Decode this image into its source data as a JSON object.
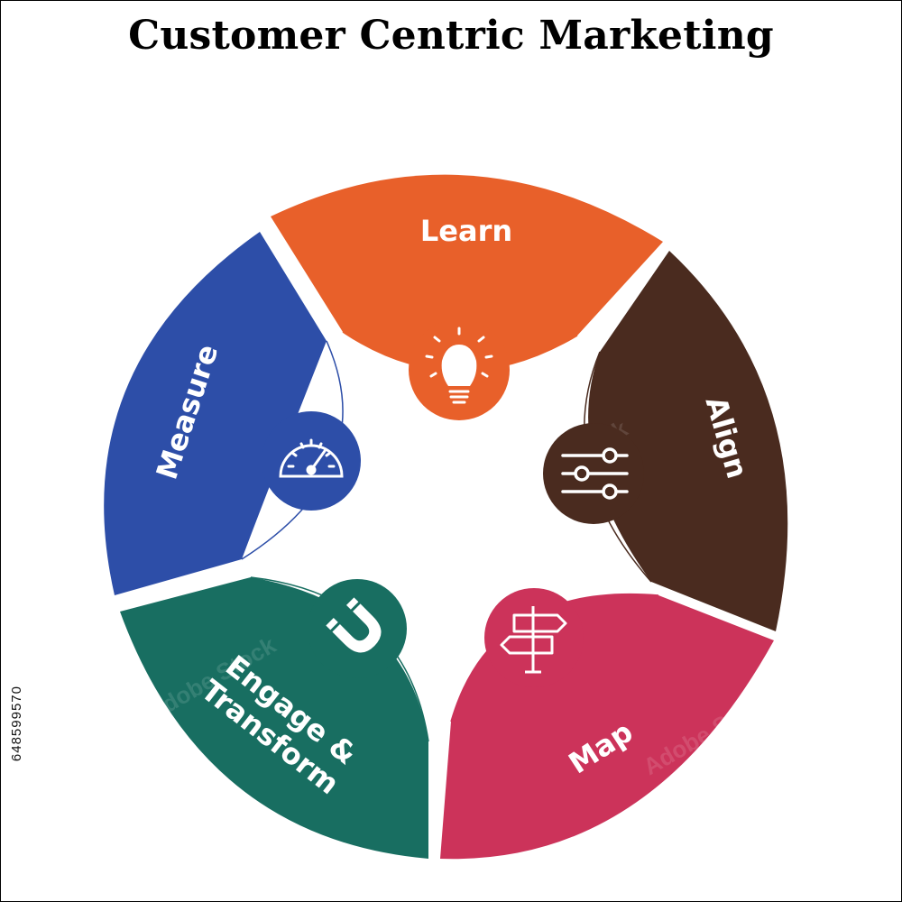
{
  "title": "Customer Centric Marketing",
  "side_id": "648599570",
  "watermark": "Adobe Stock",
  "segments": [
    {
      "label": "Learn",
      "color": "#E8602A",
      "icon": "lightbulb-icon"
    },
    {
      "label": "Align",
      "color": "#4A2B1F",
      "icon": "sliders-icon"
    },
    {
      "label": "Map",
      "color": "#CC335A",
      "icon": "signpost-icon"
    },
    {
      "label_line1": "Engage &",
      "label_line2": "Transform",
      "color": "#186E61",
      "icon": "magnet-icon"
    },
    {
      "label": "Measure",
      "color": "#2D4EA8",
      "icon": "speedometer-icon"
    }
  ]
}
